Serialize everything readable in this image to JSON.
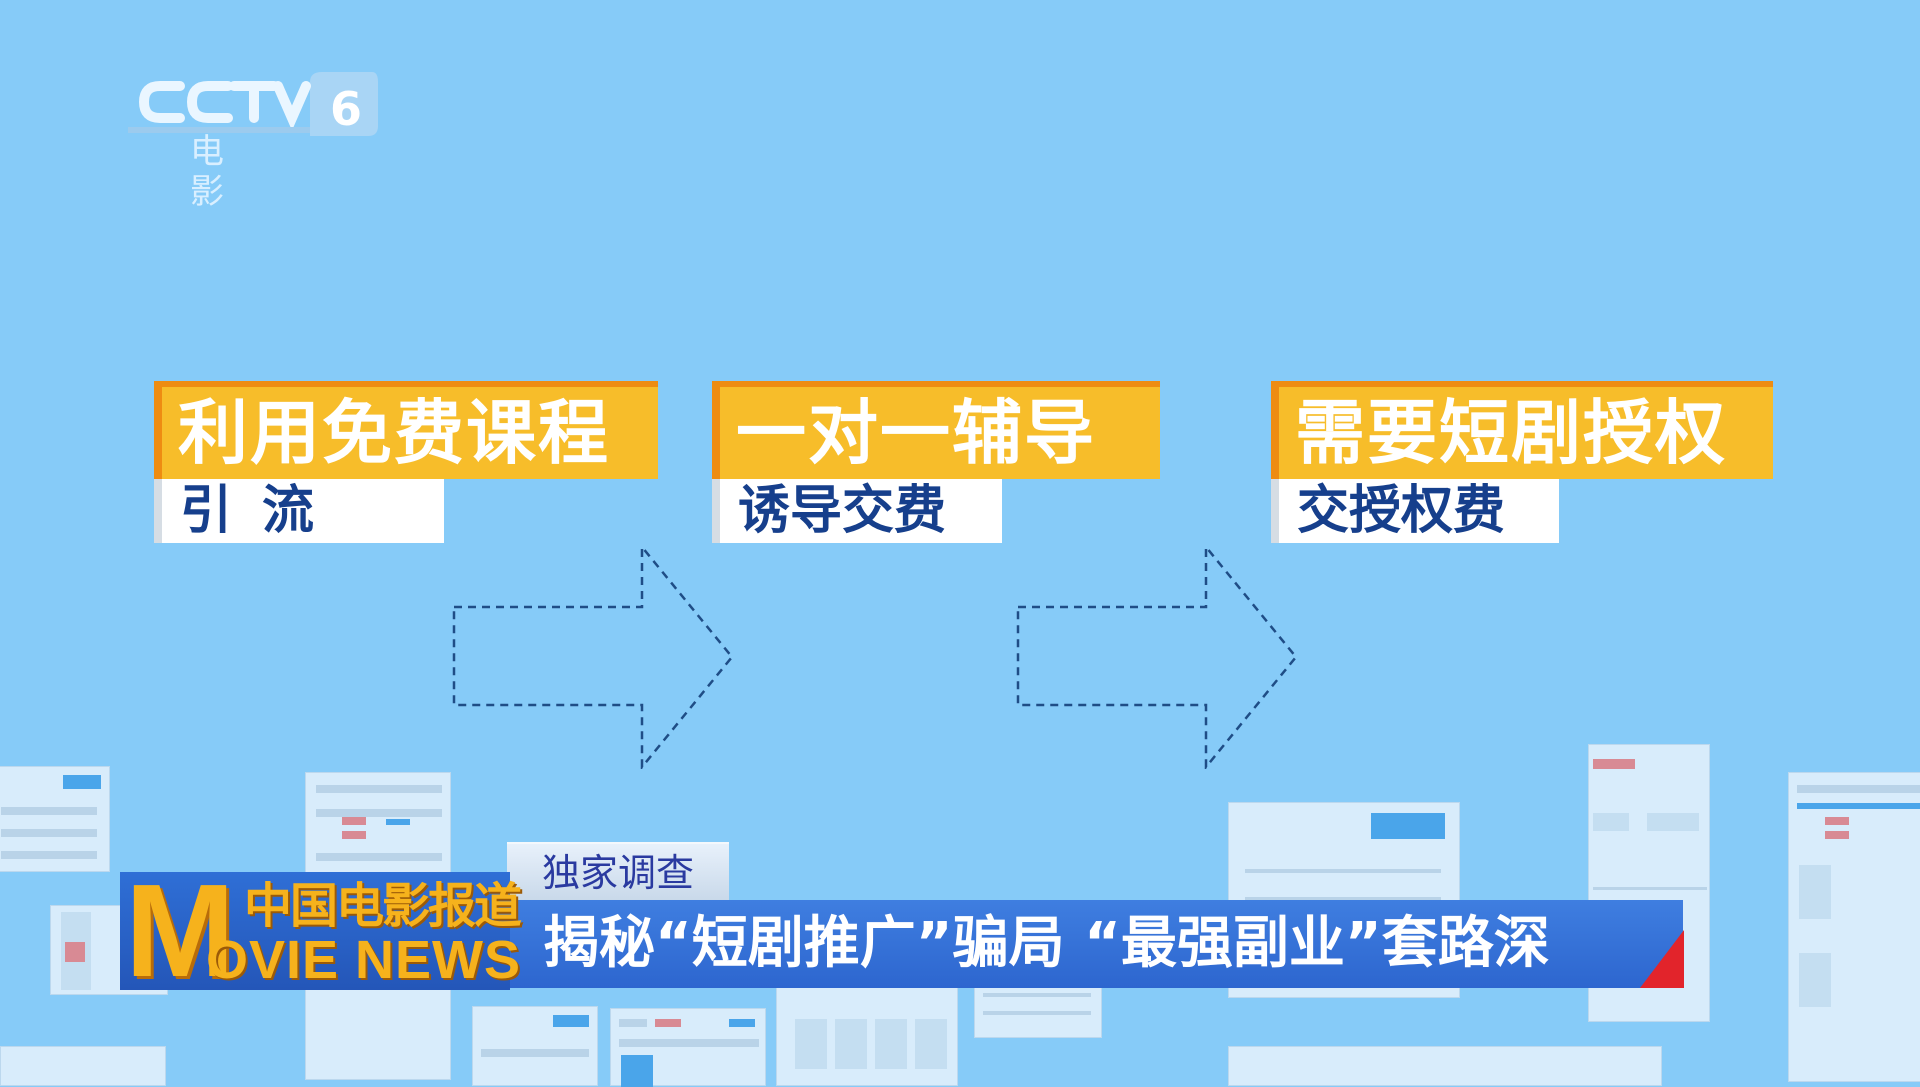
{
  "channel": {
    "logo_text": "CCTV",
    "number": "6",
    "name": "电 影"
  },
  "steps": [
    {
      "title": "利用免费课程",
      "subtitle": "引流"
    },
    {
      "title": "一对一辅导",
      "subtitle": "诱导交费"
    },
    {
      "title": "需要短剧授权",
      "subtitle": "交授权费"
    }
  ],
  "news": {
    "program_cn": "中国电影报道",
    "program_en": "OVIE NEWS",
    "program_letter": "M",
    "tag": "独家调查",
    "headline": "揭秘“短剧推广”骗局 “最强副业”套路深"
  },
  "colors": {
    "background": "#86cbf8",
    "step_bar": "#f7bd2a",
    "step_accent": "#ee8c12",
    "step_sub_text": "#163f8c",
    "banner": "#3f7ee0",
    "logo_gold": "#f6b21c"
  }
}
